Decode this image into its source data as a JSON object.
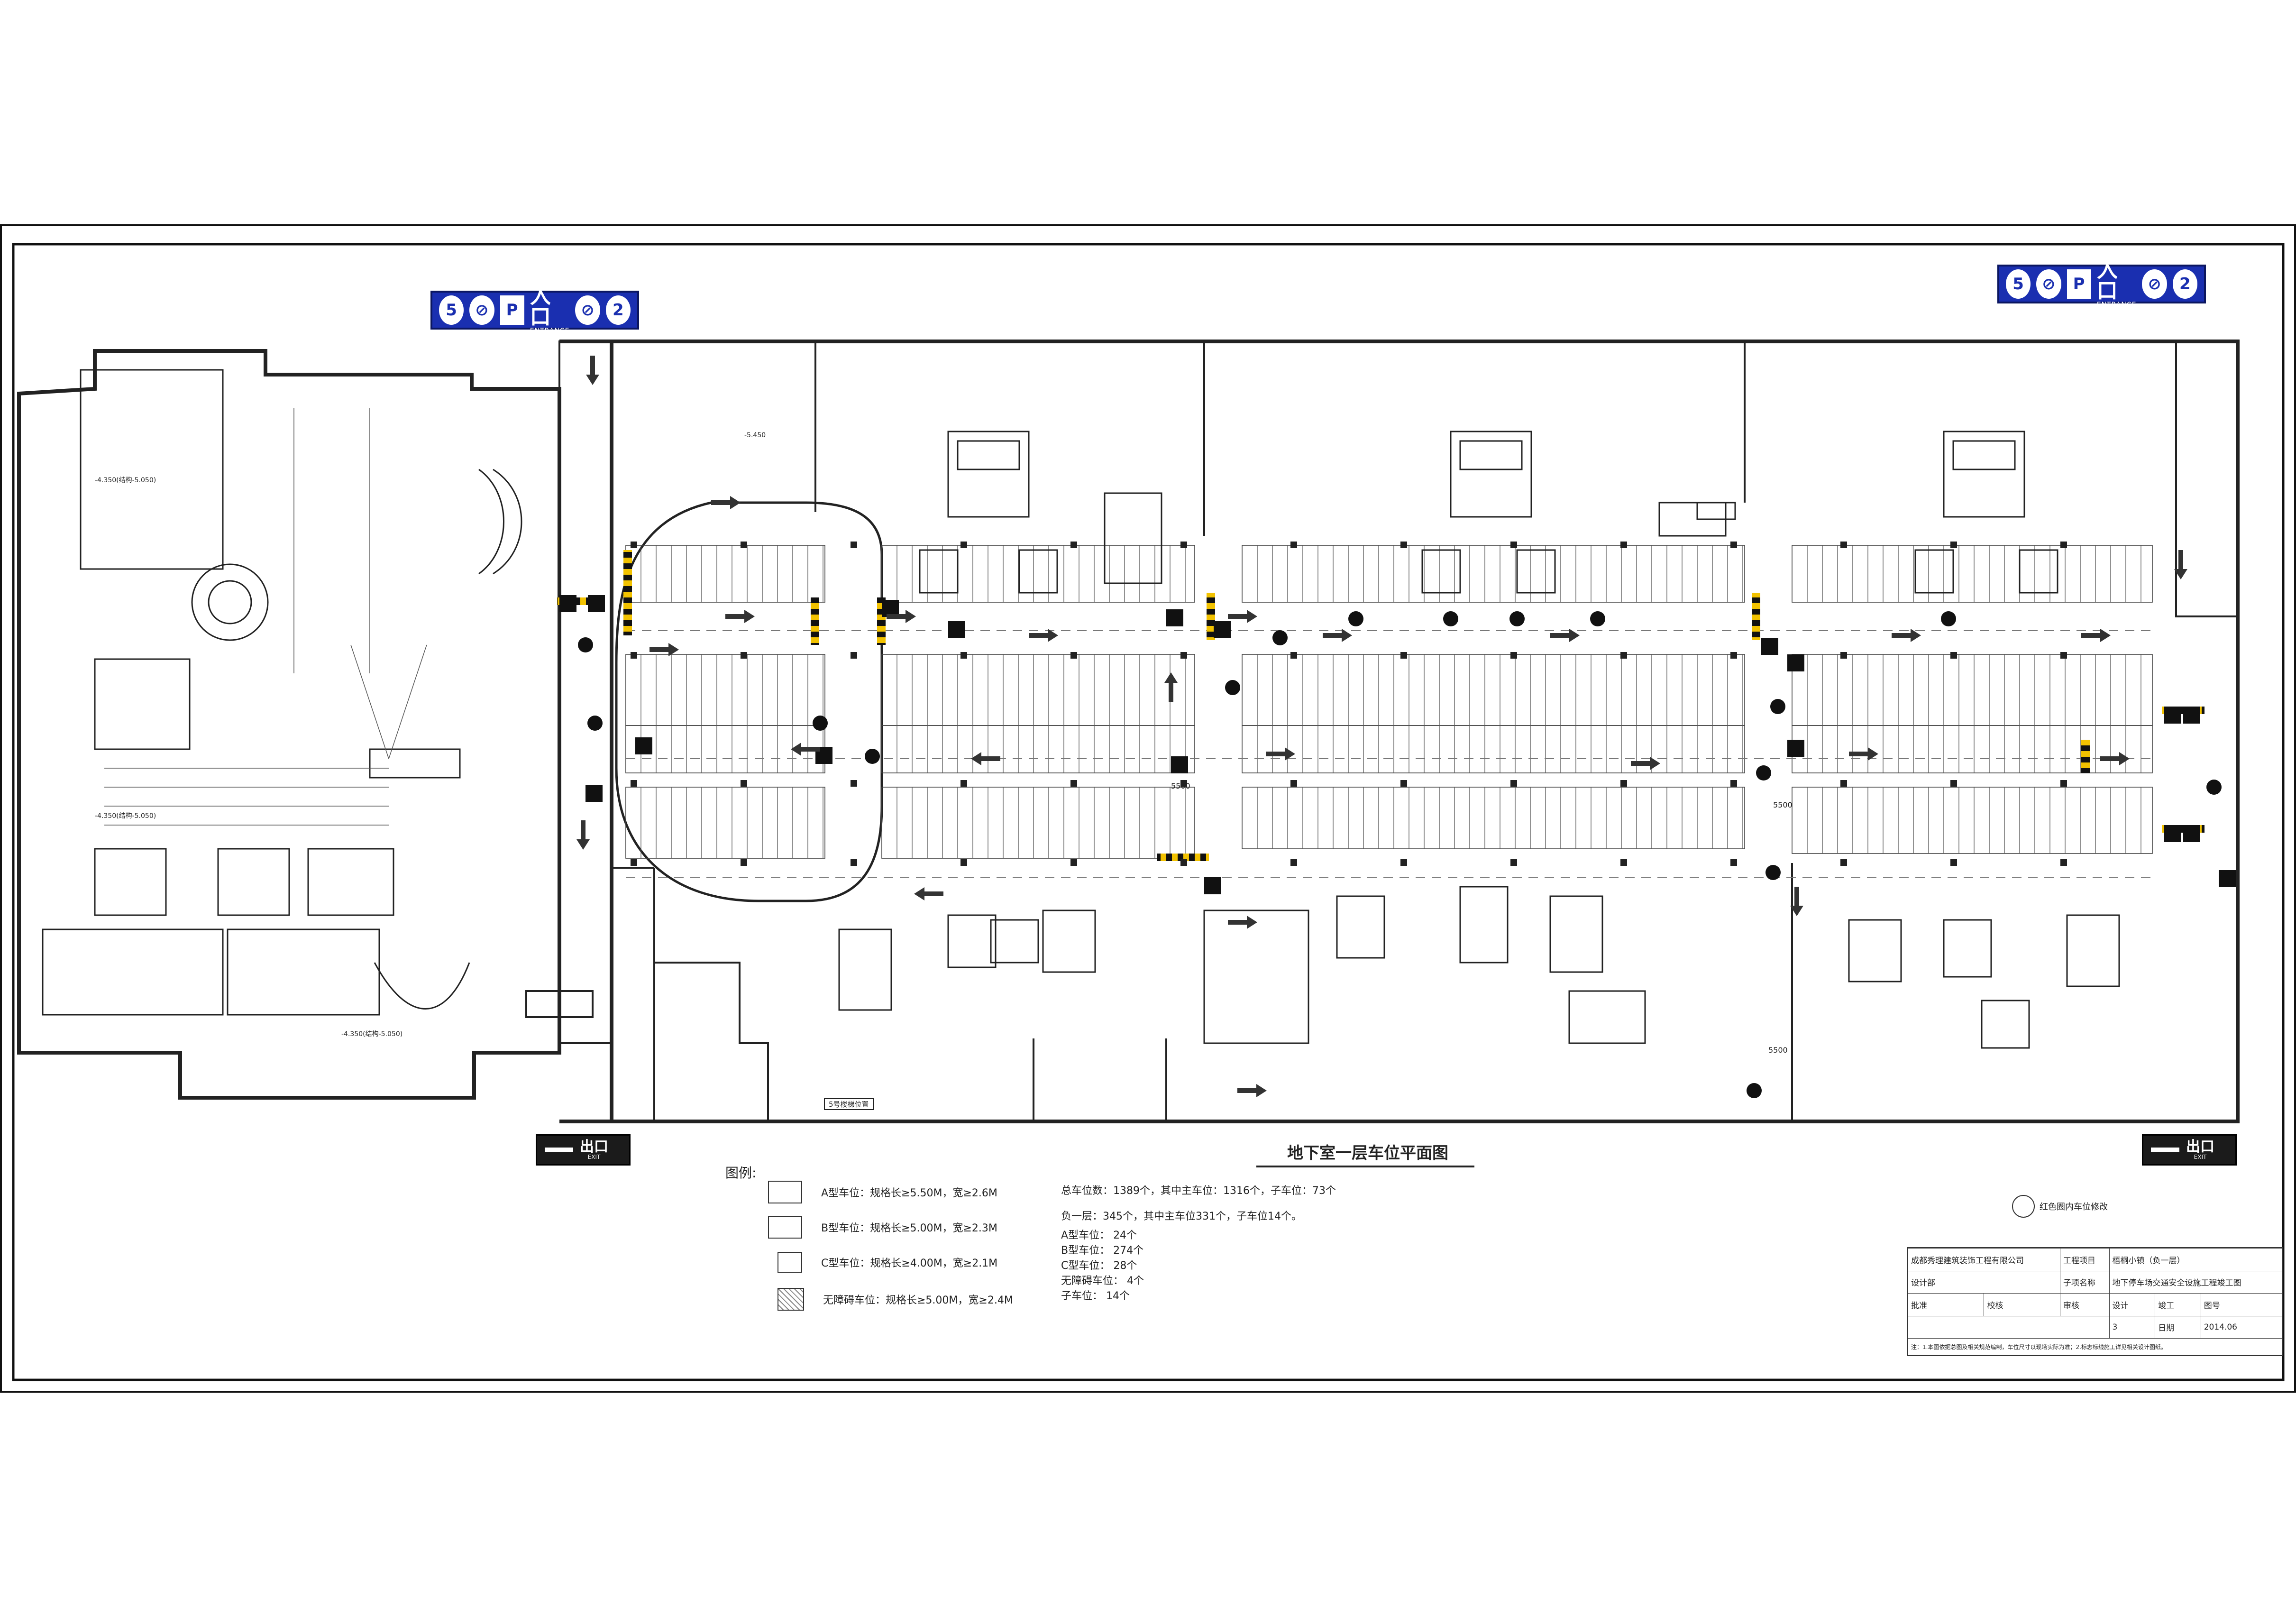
{
  "drawing_title": "地下室一层车位平面图",
  "entrance_sign": {
    "number_left": "5",
    "parking_glyph": "P",
    "label_cn": "入口",
    "label_en": "ENTRANCE",
    "number_right": "2",
    "icons": [
      "no-horn-icon",
      "parking-icon",
      "no-overtake-icon"
    ]
  },
  "exit_sign": {
    "label_cn": "出口",
    "label_en": "EXIT"
  },
  "legend": {
    "title": "图例:",
    "items": [
      {
        "name": "A型车位",
        "text": "A型车位：规格长≥5.50M，宽≥2.6M"
      },
      {
        "name": "B型车位",
        "text": "B型车位：规格长≥5.00M，宽≥2.3M"
      },
      {
        "name": "C型车位",
        "text": "C型车位：规格长≥4.00M，宽≥2.1M"
      },
      {
        "name": "无障碍车位",
        "text": "无障碍车位：规格长≥5.00M，宽≥2.4M"
      }
    ]
  },
  "summary": {
    "line1": "总车位数：1389个，其中主车位：1316个，子车位：73个",
    "line2": "负一层：345个，其中主车位331个，子车位14个。",
    "rows": [
      {
        "label": "A型车位：",
        "value": "24个"
      },
      {
        "label": "B型车位：",
        "value": "274个"
      },
      {
        "label": "C型车位：",
        "value": "28个"
      },
      {
        "label": "无障碍车位：",
        "value": "4个"
      },
      {
        "label": "子车位：",
        "value": "14个"
      }
    ]
  },
  "revision_note": "红色圈内车位修改",
  "plan_labels": {
    "dim_5500": "5500",
    "elev_main": "-4.350(结构-5.050)",
    "elev_ramp": "-5.450",
    "stair_note": "5号楼梯位置"
  },
  "title_block": {
    "company": "成都秀理建筑装饰工程有限公司",
    "project_label": "工程项目",
    "project_value": "梧桐小镇（负一层）",
    "dept": "设计部",
    "drawing_name_label": "子项名称",
    "drawing_name_value": "地下停车场交通安全设施工程竣工图",
    "approve": "批准",
    "check": "校核",
    "review": "审核",
    "design": "设计",
    "drawing_no_label": "图号",
    "sheet": "3",
    "total_label": "日期",
    "date": "2014.06",
    "stage_label": "竣工",
    "notes": "注：1.本图依据总图及相关规范编制，车位尺寸以现场实际为准；2.标志标线施工详见相关设计图纸。"
  },
  "colors": {
    "sign_blue": "#1a2fb0",
    "exit_black": "#1b1b1b",
    "hazard_yellow": "#f2c200",
    "line_dark": "#222222"
  }
}
